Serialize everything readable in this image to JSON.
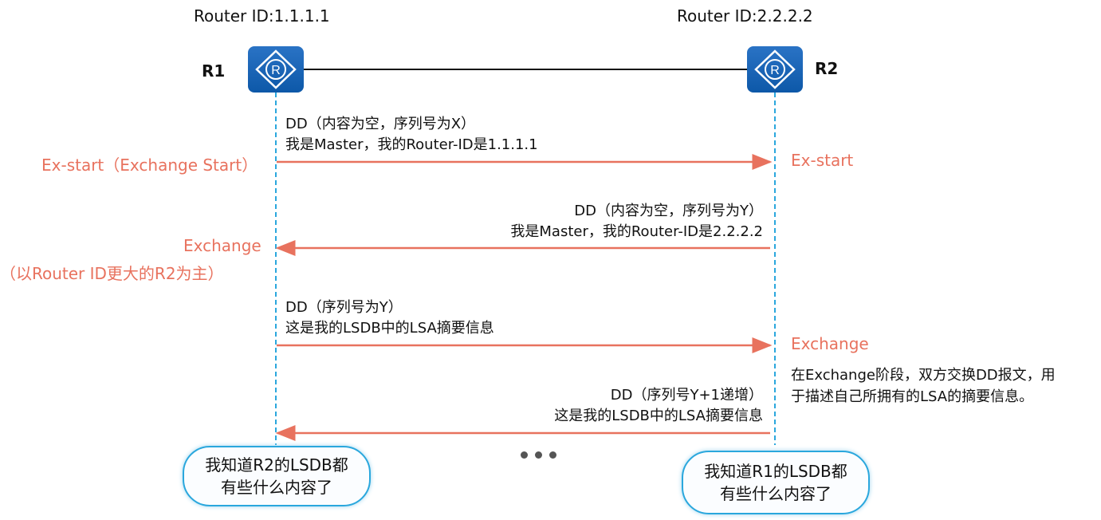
{
  "routers": {
    "r1": {
      "name": "R1",
      "router_id": "Router ID:1.1.1.1"
    },
    "r2": {
      "name": "R2",
      "router_id": "Router ID:2.2.2.2"
    }
  },
  "messages": [
    {
      "direction": "r1-to-r2",
      "line1": "DD（内容为空，序列号为X）",
      "line2": "我是Master，我的Router-ID是1.1.1.1"
    },
    {
      "direction": "r2-to-r1",
      "line1": "DD（内容为空，序列号为Y）",
      "line2": "我是Master，我的Router-ID是2.2.2.2"
    },
    {
      "direction": "r1-to-r2",
      "line1": "DD（序列号为Y）",
      "line2": "这是我的LSDB中的LSA摘要信息"
    },
    {
      "direction": "r2-to-r1",
      "line1": "DD（序列号Y+1递增）",
      "line2": "这是我的LSDB中的LSA摘要信息"
    }
  ],
  "states": {
    "left_exstart": "Ex-start（Exchange Start）",
    "right_exstart": "Ex-start",
    "left_exchange": "Exchange",
    "left_exchange_note": "（以Router ID更大的R2为主）",
    "right_exchange": "Exchange"
  },
  "note": {
    "line1": "在Exchange阶段，双方交换DD报文，用",
    "line2": "于描述自己所拥有的LSA的摘要信息。"
  },
  "bubbles": {
    "left": {
      "line1": "我知道R2的LSDB都",
      "line2": "有些什么内容了"
    },
    "right": {
      "line1": "我知道R1的LSDB都",
      "line2": "有些什么内容了"
    }
  },
  "colors": {
    "arrow": "#e8725e",
    "state_text": "#e8725e",
    "lifeline": "#2aa7dd",
    "router_fill": "#1565b5"
  }
}
